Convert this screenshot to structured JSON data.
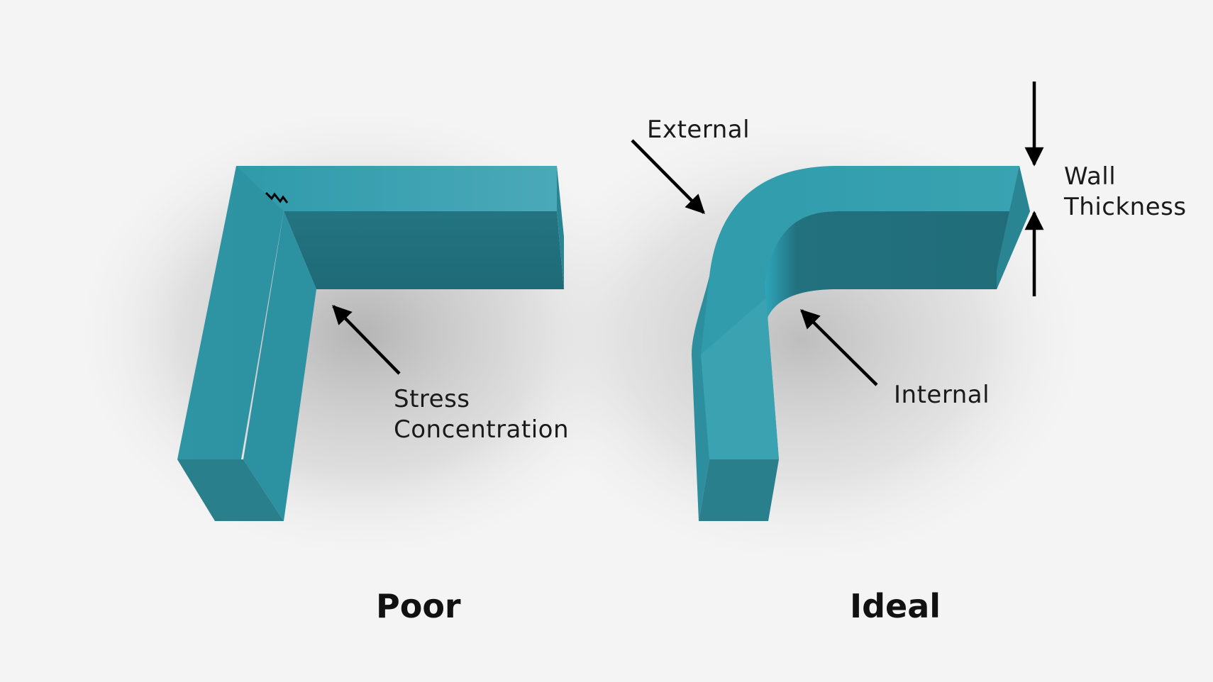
{
  "colors": {
    "background": "#f4f4f4",
    "face_top": "#35a0b0",
    "face_inner": "#256f7d",
    "face_end": "#2a7f8c",
    "arrow": "#000000"
  },
  "poor": {
    "caption": "Poor",
    "annotation_line1": "Stress",
    "annotation_line2": "Concentration",
    "crack_icon": "crack-icon"
  },
  "ideal": {
    "caption": "Ideal",
    "external_label": "External",
    "internal_label": "Internal",
    "wall_label_line1": "Wall",
    "wall_label_line2": "Thickness"
  }
}
